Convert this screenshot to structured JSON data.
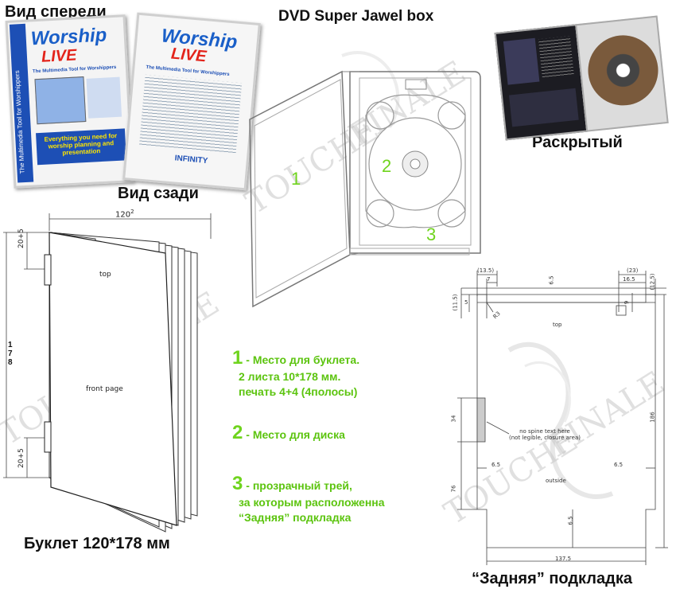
{
  "headings": {
    "front_view": "Вид спереди",
    "main_title": "DVD Super Jawel box",
    "back_view": "Вид сзади",
    "opened": "Раскрытый",
    "booklet": "Буклет 120*178 мм",
    "back_insert": "“Задняя” подкладка"
  },
  "product": {
    "logo_word": "Worship",
    "logo_live": "LIVE",
    "tagline": "The Multimedia Tool for Worshippers",
    "spine_text": "The Multimedia Tool for Worshippers",
    "slogan": "Everything you need for worship planning and presentation",
    "brand": "INFINITY"
  },
  "case_numbers": {
    "n1": "1",
    "n2": "2",
    "n3": "3"
  },
  "booklet_dims": {
    "width": "120",
    "width_tol": "2",
    "top_margin": "20+5",
    "bottom_margin": "20+5",
    "height_digits": [
      "1",
      "7",
      "8"
    ],
    "top_label": "top",
    "front_label": "front page"
  },
  "legend": [
    {
      "num": "1",
      "dash": " - ",
      "lines": [
        "Место для буклета.",
        "2 листа 10*178 мм.",
        "печать 4+4 (4полосы)"
      ]
    },
    {
      "num": "2",
      "dash": " - ",
      "lines": [
        "Место для диска"
      ]
    },
    {
      "num": "3",
      "dash": " - ",
      "lines": [
        "прозрачный трей,",
        "за которым расположенна",
        "“Задняя” подкладка"
      ]
    }
  ],
  "insert_dims": {
    "d13_5": "(13.5)",
    "d7": "7",
    "d6_5": "6.5",
    "d23": "(23)",
    "d16_5": "16.5",
    "d12_5": "(12.5)",
    "d11_5": "(11.5)",
    "d5": "5",
    "r3": "R3",
    "d9": "9",
    "top_label": "top",
    "d186": "186",
    "d34": "34",
    "spine_note": [
      "no spine text here",
      "(not legible, closure area)"
    ],
    "d6_5_left": "6.5",
    "d6_5_right": "6.5",
    "outside_label": "outside",
    "d76": "76",
    "d6_5_bottom": "6.5",
    "d137_5": "137.5"
  },
  "watermark_text": "TOUCHE FINALE"
}
